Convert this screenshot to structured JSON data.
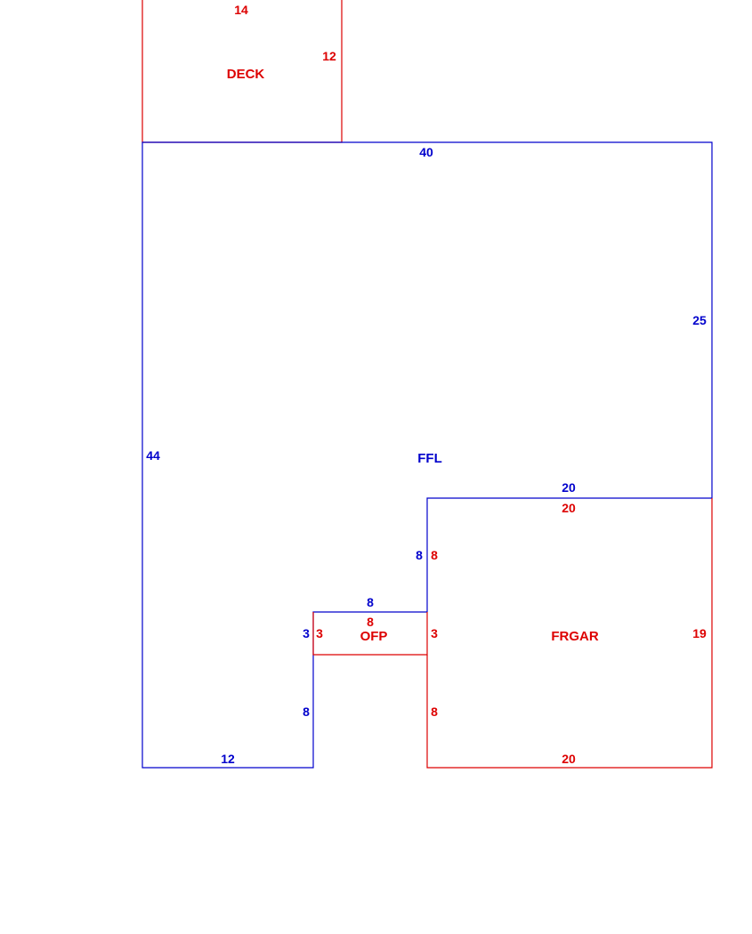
{
  "colors": {
    "living_area": "#0000cc",
    "other_area": "#dd0000",
    "background": "#ffffff"
  },
  "areas": {
    "ffl": {
      "code": "FFL",
      "dimensions": {
        "top": "40",
        "right": "25",
        "left": "44",
        "inner_top": "20",
        "inner_left": "8",
        "notch_top": "8",
        "notch_left": "3",
        "notch_left_lower": "8",
        "bottom": "12"
      }
    },
    "deck": {
      "code": "DECK",
      "dimensions": {
        "top": "14",
        "right": "12"
      }
    },
    "ofp": {
      "code": "OFP",
      "dimensions": {
        "top": "8",
        "left": "3",
        "right": "3"
      }
    },
    "frgar": {
      "code": "FRGAR",
      "dimensions": {
        "top": "20",
        "left_upper": "8",
        "left_lower": "8",
        "right": "19",
        "bottom": "20"
      }
    }
  }
}
